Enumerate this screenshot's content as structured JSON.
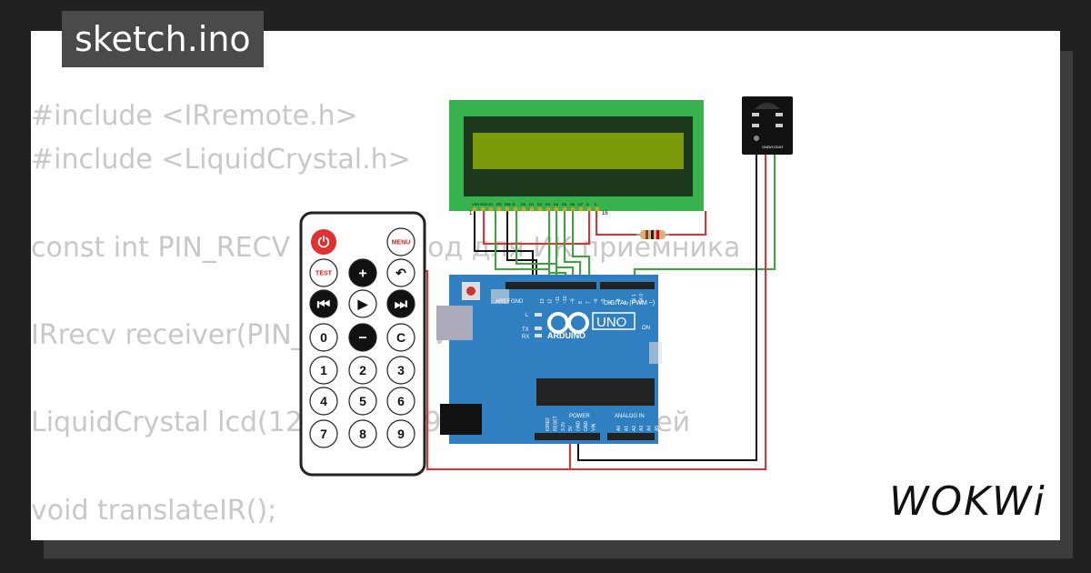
{
  "title": "sketch.ino",
  "code_lines": [
    "#include <IRremote.h>",
    "#include <LiquidCrystal.h>",
    "",
    "const int PIN_RECV = 2; // Вход для ИК приемника",
    "",
    "IRrecv receiver(PIN_RECV); // ИК",
    "",
    "LiquidCrystal lcd(12, 11, 10, 9, 8, 7); // Дисплей",
    "",
    "void translateIR();"
  ],
  "lcd": {
    "pin_labels": [
      "VSS",
      "VDD",
      "V0",
      "RS",
      "RW",
      "E",
      "D0",
      "D1",
      "D2",
      "D3",
      "D4",
      "D5",
      "D6",
      "D7",
      "A",
      "K"
    ],
    "first_pin": "1",
    "last_pin": "16"
  },
  "ir_receiver": {
    "pins": [
      "GND",
      "VCC",
      "DAT"
    ]
  },
  "remote": {
    "buttons": [
      {
        "label": "⏻",
        "kind": "power"
      },
      {
        "label": "MENU",
        "kind": "text-red"
      },
      {
        "label": "TEST",
        "kind": "text-red"
      },
      {
        "label": "+",
        "kind": "dark"
      },
      {
        "label": "↶",
        "kind": "light"
      },
      {
        "label": "⏮",
        "kind": "dark"
      },
      {
        "label": "▶",
        "kind": "light"
      },
      {
        "label": "⏭",
        "kind": "dark"
      },
      {
        "label": "0",
        "kind": "light"
      },
      {
        "label": "−",
        "kind": "dark"
      },
      {
        "label": "C",
        "kind": "light"
      },
      {
        "label": "1",
        "kind": "light"
      },
      {
        "label": "2",
        "kind": "light"
      },
      {
        "label": "3",
        "kind": "light"
      },
      {
        "label": "4",
        "kind": "light"
      },
      {
        "label": "5",
        "kind": "light"
      },
      {
        "label": "6",
        "kind": "light"
      },
      {
        "label": "7",
        "kind": "light"
      },
      {
        "label": "8",
        "kind": "light"
      },
      {
        "label": "9",
        "kind": "light"
      }
    ]
  },
  "arduino": {
    "brand": "ARDUINO",
    "model": "UNO",
    "digital_label": "DIGITAL (PWM ~)",
    "power_label": "POWER",
    "analog_label": "ANALOG IN",
    "on_label": "ON",
    "l_label": "L",
    "tx_label": "TX",
    "rx_label": "RX",
    "aref": "AREF",
    "gnd": "GND",
    "digital_pins": [
      "13",
      "12",
      "~11",
      "~10",
      "~9",
      "8",
      "7",
      "~6",
      "~5",
      "4",
      "~3",
      "2",
      "TX 1",
      "RX 0"
    ],
    "power_pins": [
      "IOREF",
      "RESET",
      "3.3V",
      "5V",
      "GND",
      "GND",
      "VIN"
    ],
    "analog_pins": [
      "A0",
      "A1",
      "A2",
      "A3",
      "A4",
      "A5"
    ]
  },
  "logo": "WOKWi",
  "colors": {
    "board": "#2f7fc1",
    "lcd_frame": "#37b24d",
    "lcd_screen": "#7a9a0a",
    "wire_red": "#e03030",
    "wire_green": "#3aa63a",
    "wire_black": "#111111"
  }
}
